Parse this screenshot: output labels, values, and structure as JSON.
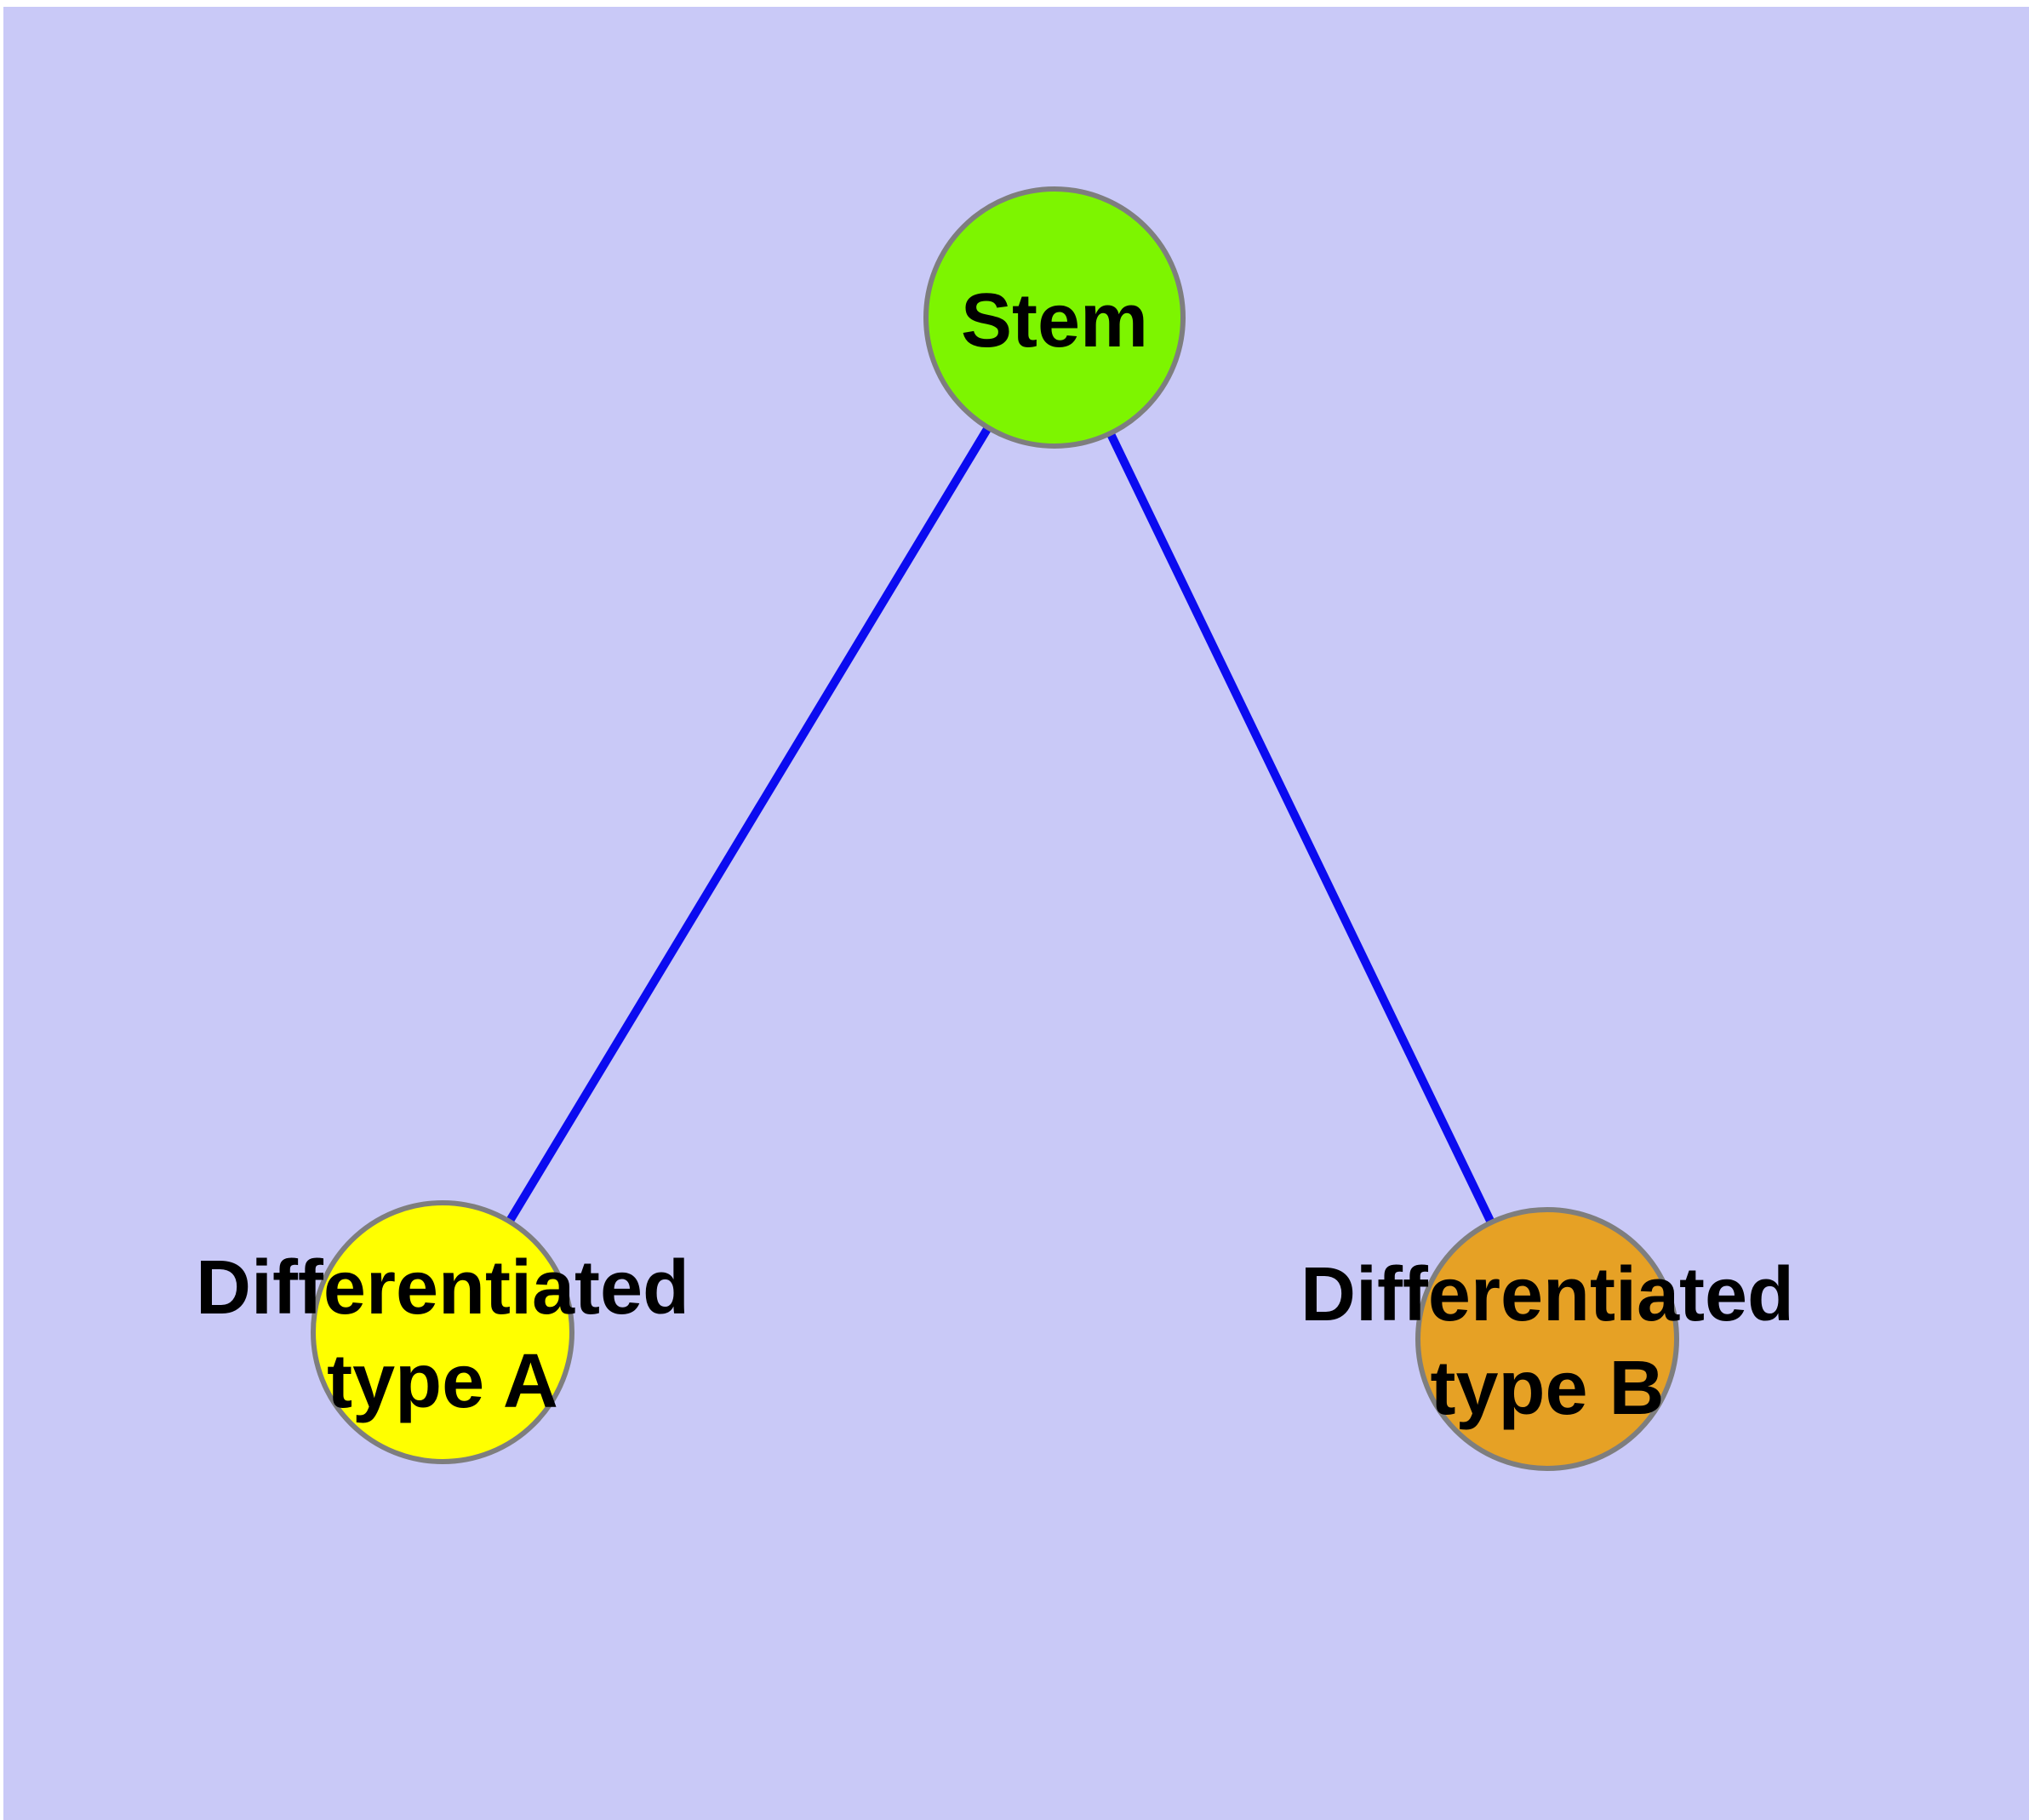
{
  "diagram": {
    "margin_color": "#FFFFFF",
    "background_color": "#C9C9F7",
    "edge_color": "#0B0BF0",
    "node_border_color": "#7E7E7E",
    "label_color": "#000000",
    "nodes": [
      {
        "id": "stem",
        "label": "Stem",
        "color": "#7DF500"
      },
      {
        "id": "differentiated-type-a",
        "label": "Differentiated type A",
        "label_line1": "Differentiated",
        "label_line2": "type A",
        "color": "#FFFF00"
      },
      {
        "id": "differentiated-type-b",
        "label": "Differentiated type B",
        "label_line1": "Differentiated",
        "label_line2": "type B",
        "color": "#E6A125"
      }
    ],
    "edges": [
      {
        "from": "Stem",
        "to": "Differentiated type A"
      },
      {
        "from": "Stem",
        "to": "Differentiated type B"
      }
    ]
  }
}
